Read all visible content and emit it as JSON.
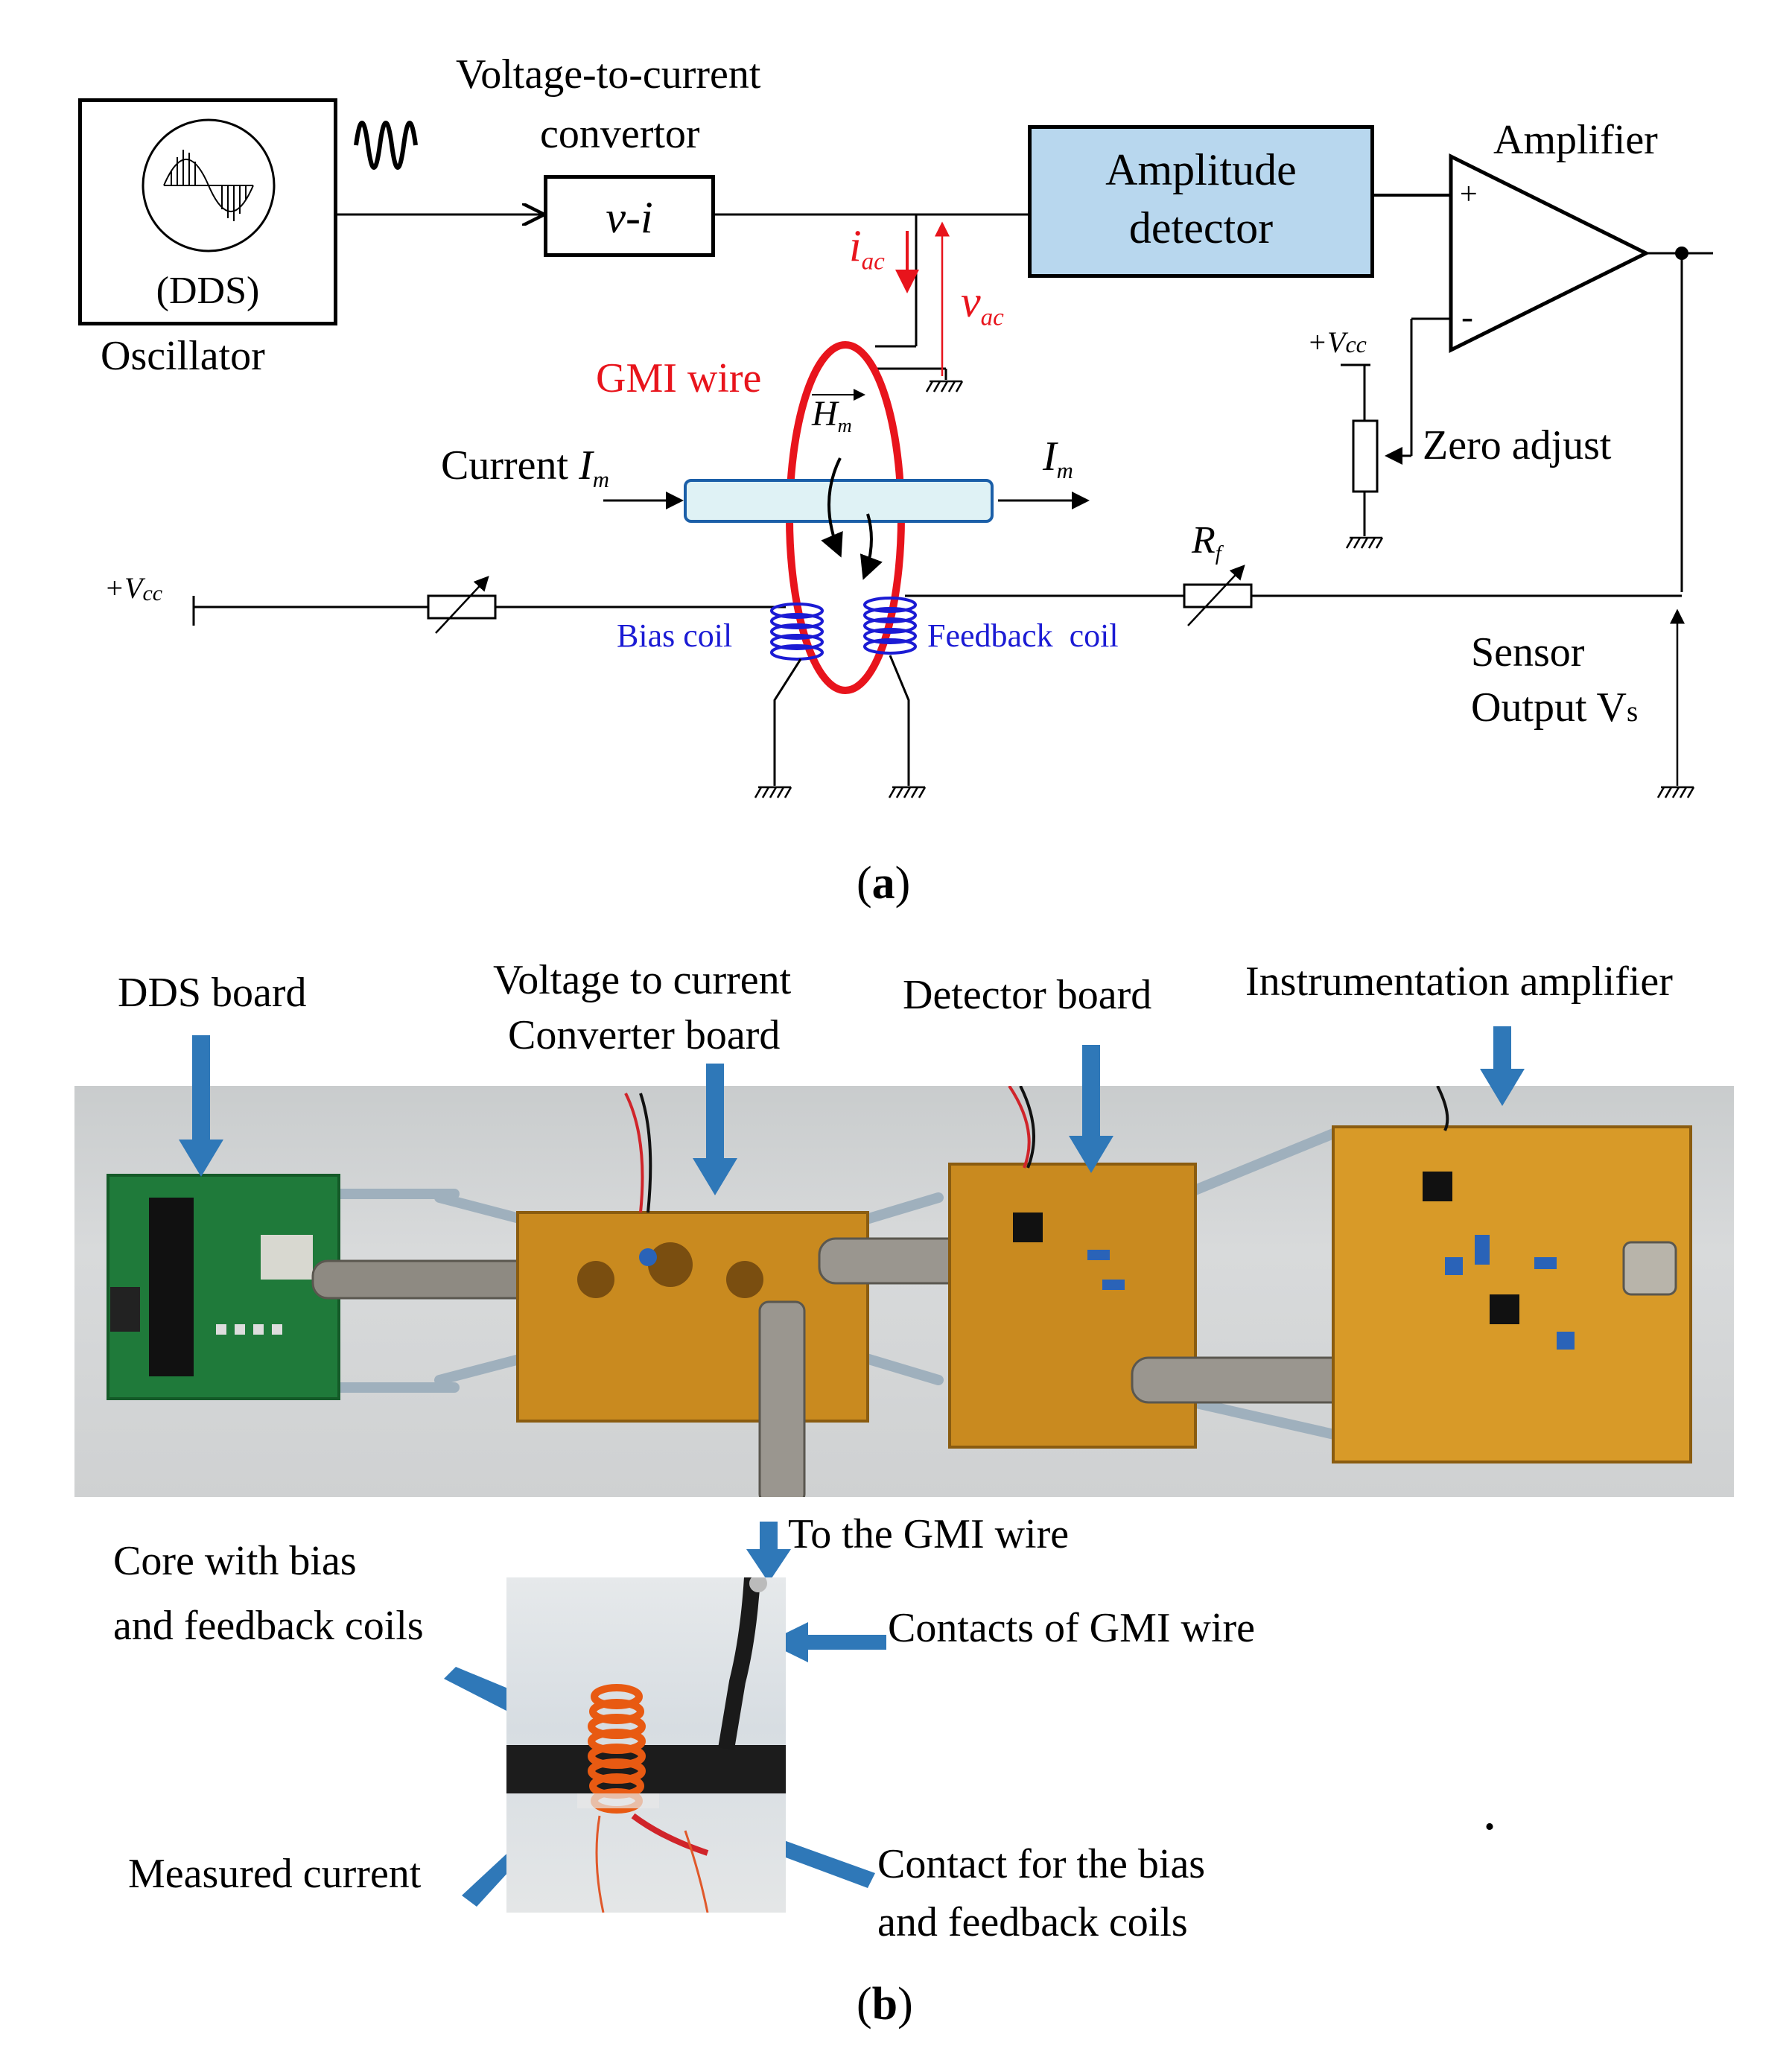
{
  "diagram_a": {
    "oscillator": {
      "inner": "(DDS)",
      "label": "Oscillator"
    },
    "vi_converter": {
      "title_line1": "Voltage-to-current",
      "title_line2": "convertor",
      "box": "v-i"
    },
    "amplitude_detector": {
      "line1": "Amplitude",
      "line2": "detector"
    },
    "amplifier": {
      "label": "Amplifier",
      "plus": "+",
      "minus": "-"
    },
    "signals": {
      "iac_main": "i",
      "iac_sub": "ac",
      "vac_main": "v",
      "vac_sub": "ac"
    },
    "gmi_wire": "GMI wire",
    "hm": {
      "main": "H",
      "sub": "m"
    },
    "current_in": {
      "prefix": "Current",
      "main": "I",
      "sub": "m"
    },
    "current_out": {
      "main": "I",
      "sub": "m"
    },
    "vcc_right": {
      "prefix": "+V",
      "sub": "cc"
    },
    "vcc_left": {
      "prefix": "+V",
      "sub": "cc"
    },
    "zero_adjust": "Zero adjust",
    "rf": {
      "main": "R",
      "sub": "f"
    },
    "bias_coil": "Bias coil",
    "feedback_coil": "Feedback  coil",
    "sensor_output": {
      "line1": "Sensor",
      "line2": "Output V",
      "sub": "s"
    },
    "caption": {
      "open": "(",
      "letter": "a",
      "close": ")"
    }
  },
  "photo_b": {
    "dds_board": "DDS board",
    "vi_board": {
      "line1": "Voltage to current",
      "line2": "Converter board"
    },
    "detector_board": "Detector board",
    "instr_amp": "Instrumentation amplifier",
    "to_gmi": "To the GMI wire",
    "core_coils": {
      "line1": "Core with bias",
      "line2": "and feedback coils"
    },
    "contacts_gmi": "Contacts of GMI wire",
    "measured_current": "Measured current",
    "contact_coils": {
      "line1": "Contact for the bias",
      "line2": "and feedback coils"
    },
    "dot": ".",
    "caption": {
      "open": "(",
      "letter": "b",
      "close": ")"
    }
  },
  "colors": {
    "red": "#e8141c",
    "blue": "#1b1bd4",
    "arrow_blue": "#2f78b8",
    "detector_fill": "#b8d7ee",
    "board_orange": "#c98a1f",
    "board_green": "#1f7a3a"
  }
}
